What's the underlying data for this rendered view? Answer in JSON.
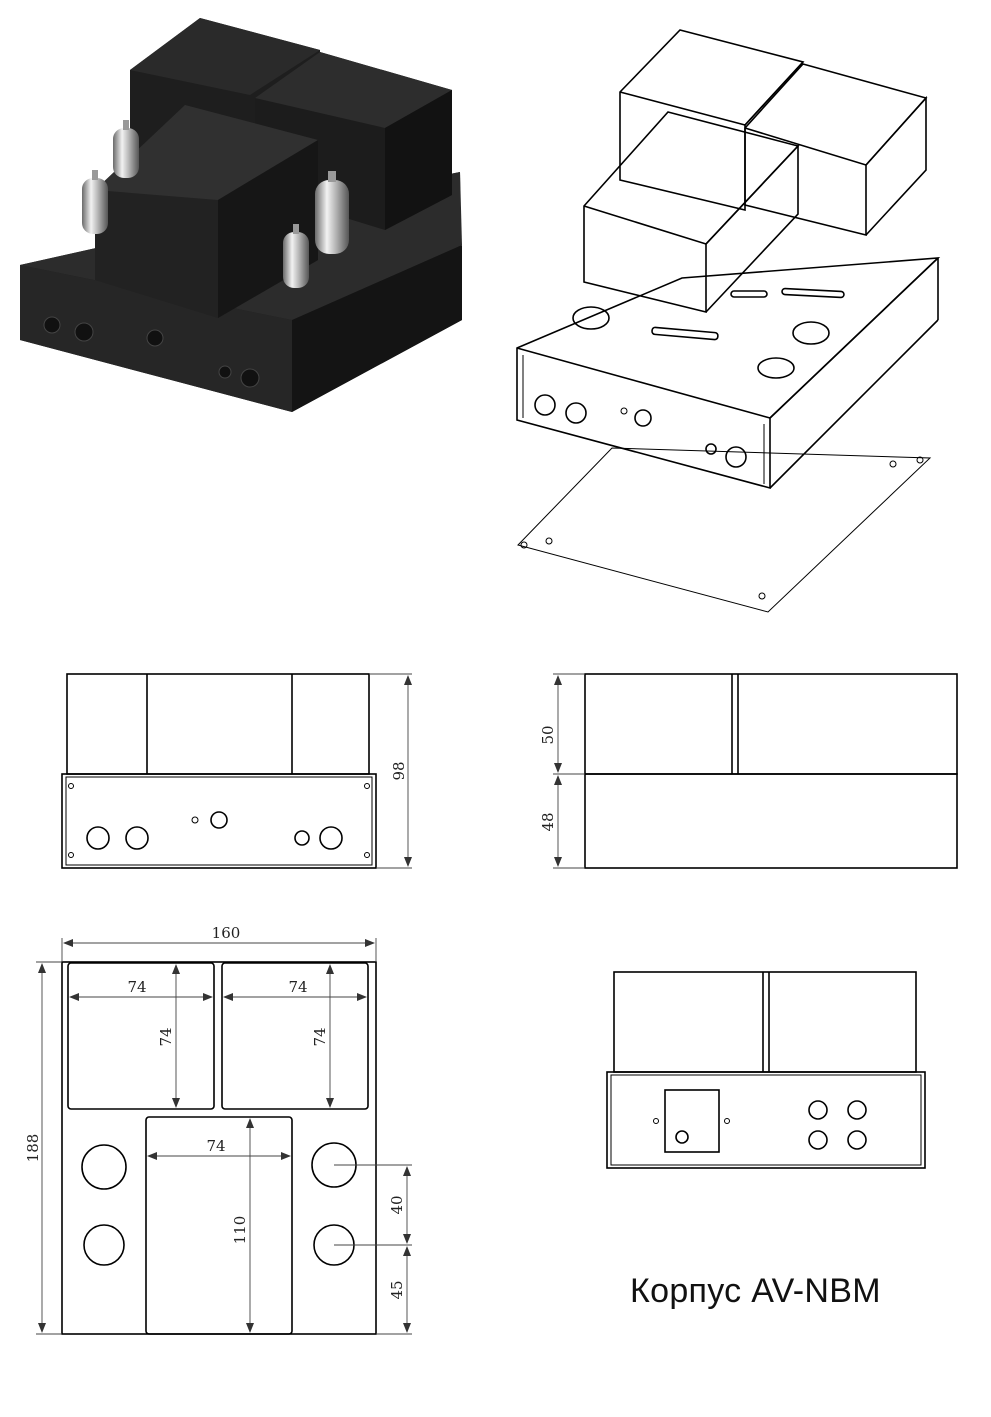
{
  "title": "Корпус AV-NBM",
  "front_view": {
    "height_total": "98"
  },
  "side_view": {
    "transformer_height": "50",
    "chassis_height": "48"
  },
  "top_view": {
    "width": "160",
    "depth": "188",
    "transformer_left_w": "74",
    "transformer_left_d": "74",
    "transformer_right_w": "74",
    "transformer_right_d": "74",
    "choke_w": "74",
    "choke_d": "110",
    "hole_spacing": "40",
    "hole_offset": "45"
  }
}
